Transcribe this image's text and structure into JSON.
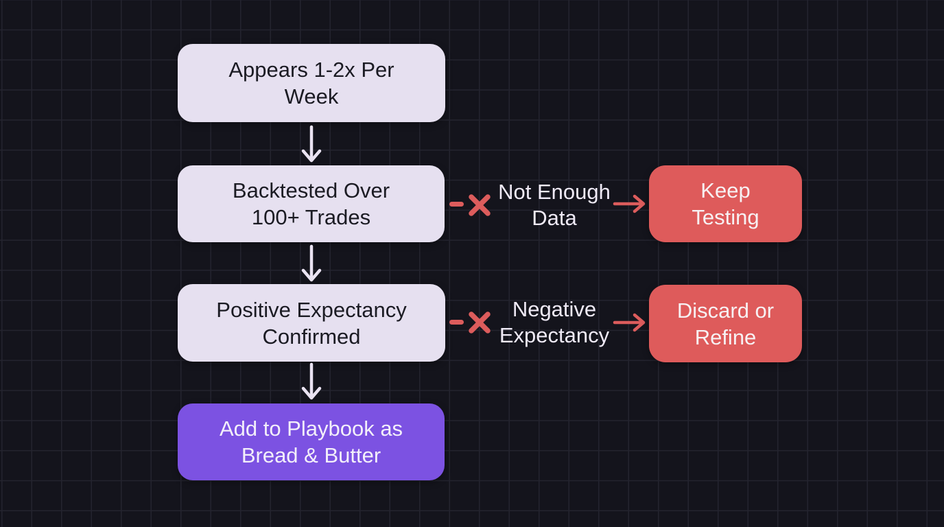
{
  "canvas": {
    "background_color": "#14141c",
    "grid_line_color": "#24242f"
  },
  "flowchart": {
    "nodes": [
      {
        "id": "frequency",
        "type": "step",
        "label": "Appears 1-2x Per Week"
      },
      {
        "id": "backtest",
        "type": "step",
        "label": "Backtested Over 100+ Trades"
      },
      {
        "id": "expectancy",
        "type": "step",
        "label": "Positive Expectancy Confirmed"
      },
      {
        "id": "playbook",
        "type": "result",
        "label": "Add to Playbook as Bread & Butter"
      }
    ],
    "branches": [
      {
        "from": "Backtested Over 100+ Trades",
        "condition": "Not Enough Data",
        "outcome": "Keep Testing"
      },
      {
        "from": "Positive Expectancy Confirmed",
        "condition": "Negative Expectancy",
        "outcome": "Discard or Refine"
      }
    ],
    "colors": {
      "step_fill": "#e6e0f0",
      "step_text": "#1b1b23",
      "result_fill": "#7c52e2",
      "result_text": "#f3effa",
      "fail_fill": "#de5b5b",
      "fail_text": "#f7f1f3",
      "fail_accent": "#dc5c5c",
      "arrow_light": "#eae3f2",
      "branch_label_text": "#efeaf6"
    }
  }
}
